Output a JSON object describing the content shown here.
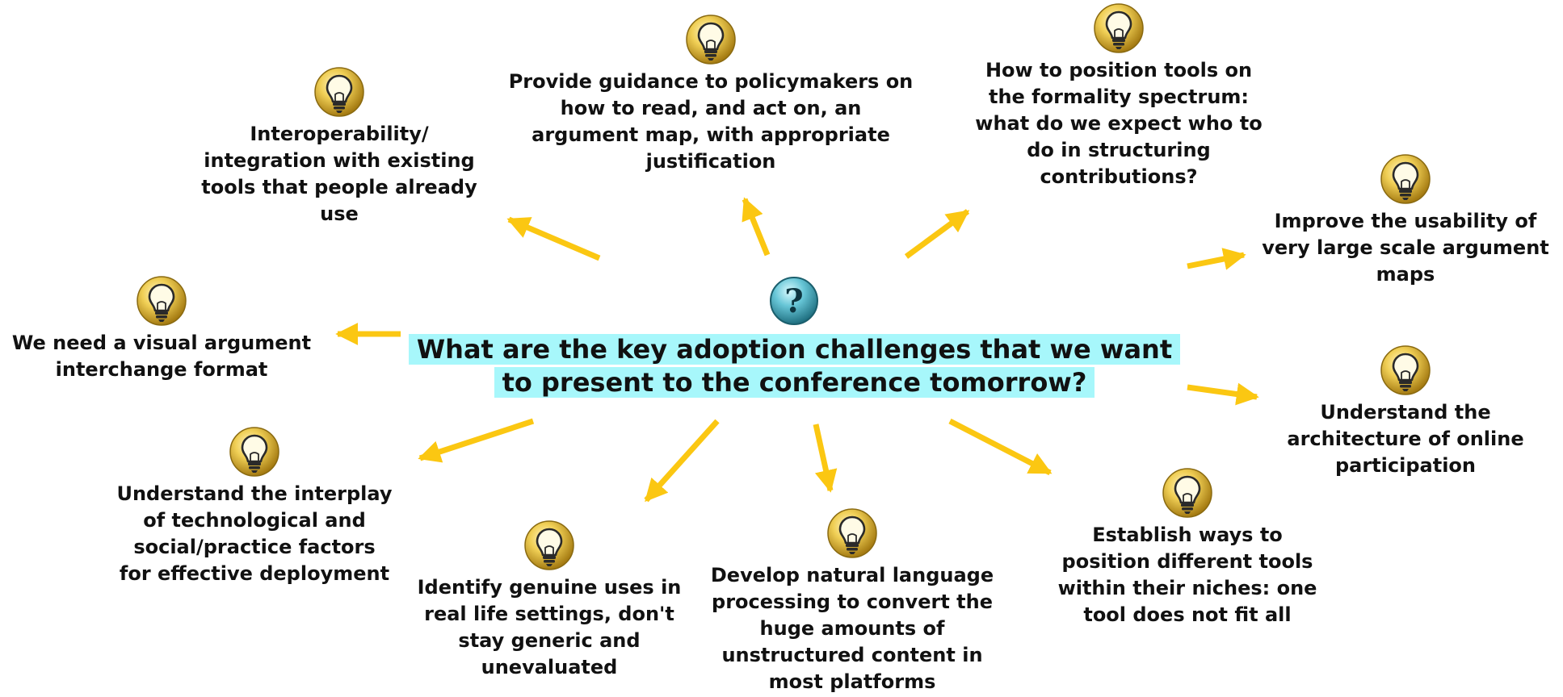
{
  "central_issue": {
    "icon": "question-mark-icon",
    "line1": "What are the key adoption challenges that we want",
    "line2": "to present to the conference tomorrow?",
    "highlight_color": "#a7f7fb"
  },
  "ideas": [
    {
      "icon": "lightbulb-icon",
      "text": "Provide guidance to policymakers on\nhow to read, and act on, an\nargument map, with appropriate\njustification"
    },
    {
      "icon": "lightbulb-icon",
      "text": "How to position tools on\nthe formality spectrum:\nwhat do we expect who to\ndo in structuring\ncontributions?"
    },
    {
      "icon": "lightbulb-icon",
      "text": "Interoperability/\nintegration with existing\ntools that people already\nuse"
    },
    {
      "icon": "lightbulb-icon",
      "text": "Improve the usability of\nvery large scale argument\nmaps"
    },
    {
      "icon": "lightbulb-icon",
      "text": "We need a visual argument\ninterchange format"
    },
    {
      "icon": "lightbulb-icon",
      "text": "Understand the\narchitecture of online\nparticipation"
    },
    {
      "icon": "lightbulb-icon",
      "text": "Understand the interplay\nof technological and\nsocial/practice factors\nfor effective deployment"
    },
    {
      "icon": "lightbulb-icon",
      "text": "Establish ways to\nposition different tools\nwithin their niches: one\ntool does not fit all"
    },
    {
      "icon": "lightbulb-icon",
      "text": "Identify genuine uses in\nreal life settings, don't\nstay generic and\nunevaluated"
    },
    {
      "icon": "lightbulb-icon",
      "text": "Develop natural language\nprocessing to convert the\nhuge amounts of\nunstructured content in\nmost platforms"
    }
  ],
  "colors": {
    "arrow": "#fbc712",
    "bulb_gold": "#d4a81e",
    "question_teal": "#2f93a6"
  }
}
